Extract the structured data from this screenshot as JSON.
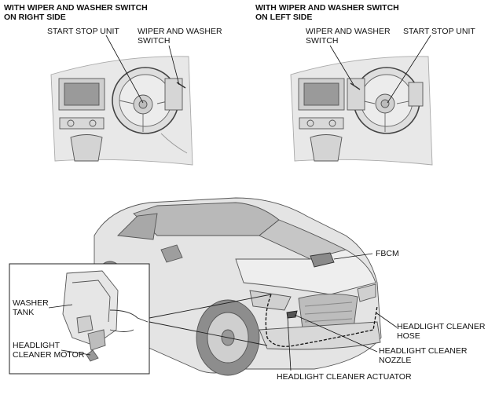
{
  "headers": {
    "right_side_line1": "WITH WIPER AND WASHER SWITCH",
    "right_side_line2": "ON RIGHT SIDE",
    "left_side_line1": "WITH WIPER AND WASHER SWITCH",
    "left_side_line2": "ON LEFT SIDE"
  },
  "labels": {
    "start_stop_unit_left": "START STOP UNIT",
    "wiper_switch_left_line1": "WIPER AND WASHER",
    "wiper_switch_left_line2": "SWITCH",
    "wiper_switch_right_line1": "WIPER AND WASHER",
    "wiper_switch_right_line2": "SWITCH",
    "start_stop_unit_right": "START STOP UNIT",
    "fbcm": "FBCM",
    "washer_tank_line1": "WASHER",
    "washer_tank_line2": "TANK",
    "headlight_cleaner_motor_line1": "HEADLIGHT",
    "headlight_cleaner_motor_line2": "CLEANER MOTOR",
    "headlight_cleaner_hose_line1": "HEADLIGHT CLEANER",
    "headlight_cleaner_hose_line2": "HOSE",
    "headlight_cleaner_nozzle_line1": "HEADLIGHT CLEANER",
    "headlight_cleaner_nozzle_line2": "NOZZLE",
    "headlight_cleaner_actuator": "HEADLIGHT CLEANER ACTUATOR"
  }
}
